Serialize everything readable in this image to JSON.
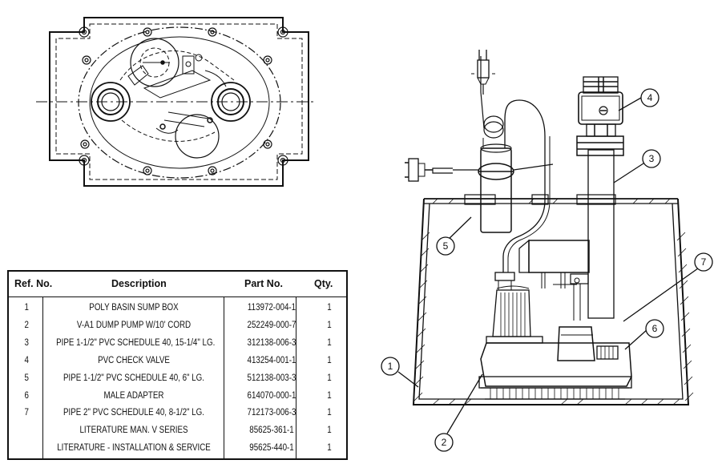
{
  "table": {
    "headers": {
      "ref": "Ref. No.",
      "description": "Description",
      "part": "Part No.",
      "qty": "Qty."
    },
    "rows": [
      {
        "ref": "1",
        "description": "POLY BASIN SUMP BOX",
        "part": "113972-004-1",
        "qty": "1"
      },
      {
        "ref": "2",
        "description": "V-A1 DUMP PUMP W/10' CORD",
        "part": "252249-000-7",
        "qty": "1"
      },
      {
        "ref": "3",
        "description": "PIPE 1-1/2\" PVC SCHEDULE 40, 15-1/4\" LG.",
        "part": "312138-006-3",
        "qty": "1"
      },
      {
        "ref": "4",
        "description": "PVC CHECK VALVE",
        "part": "413254-001-1",
        "qty": "1"
      },
      {
        "ref": "5",
        "description": "PIPE 1-1/2\" PVC SCHEDULE 40, 6\" LG.",
        "part": "512138-003-3",
        "qty": "1"
      },
      {
        "ref": "6",
        "description": "MALE ADAPTER",
        "part": "614070-000-1",
        "qty": "1"
      },
      {
        "ref": "7",
        "description": "PIPE 2\" PVC SCHEDULE 40, 8-1/2\" LG.",
        "part": "712173-006-3",
        "qty": "1"
      },
      {
        "ref": "",
        "description": "LITERATURE MAN. V SERIES",
        "part": "85625-361-1",
        "qty": "1"
      },
      {
        "ref": "",
        "description": "LITERATURE - INSTALLATION & SERVICE",
        "part": "95625-440-1",
        "qty": "1"
      }
    ]
  },
  "callouts": [
    "1",
    "2",
    "3",
    "4",
    "5",
    "6",
    "7"
  ]
}
